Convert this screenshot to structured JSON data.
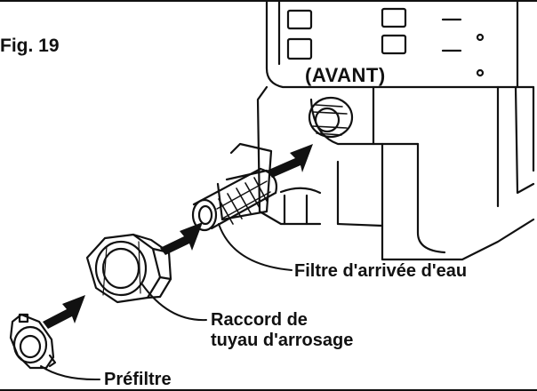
{
  "figure_label": "Fig. 19",
  "callouts": {
    "front": "(AVANT)",
    "inlet_filter": "Filtre d'arrivée d'eau",
    "hose_connector_line1": "Raccord de",
    "hose_connector_line2": "tuyau d'arrosage",
    "prefilter": "Préfiltre"
  },
  "colors": {
    "ink": "#111111",
    "machine_fill": "#ffffff",
    "background": "#ffffff"
  }
}
